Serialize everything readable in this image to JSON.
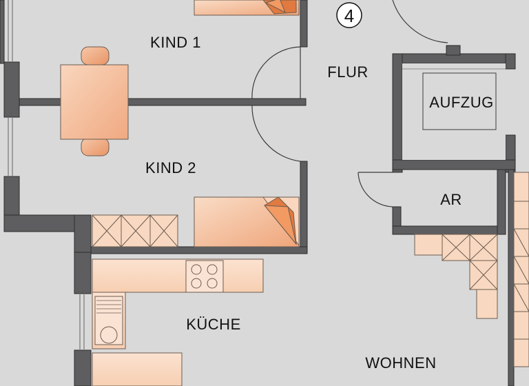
{
  "plan": {
    "unit_number": "4",
    "rooms": {
      "kind1": "KIND 1",
      "kind2": "KIND 2",
      "flur": "FLUR",
      "aufzug": "AUFZUG",
      "ar": "AR",
      "kueche": "KÜCHE",
      "wohnen": "WOHNEN"
    },
    "colors": {
      "background": "#d9d9d9",
      "wall": "#5e5e60",
      "furniture_light": "#f8d8c0",
      "furniture_mid": "#f2b48c",
      "furniture_dark": "#e07a40",
      "outline": "#6b5b50"
    }
  }
}
